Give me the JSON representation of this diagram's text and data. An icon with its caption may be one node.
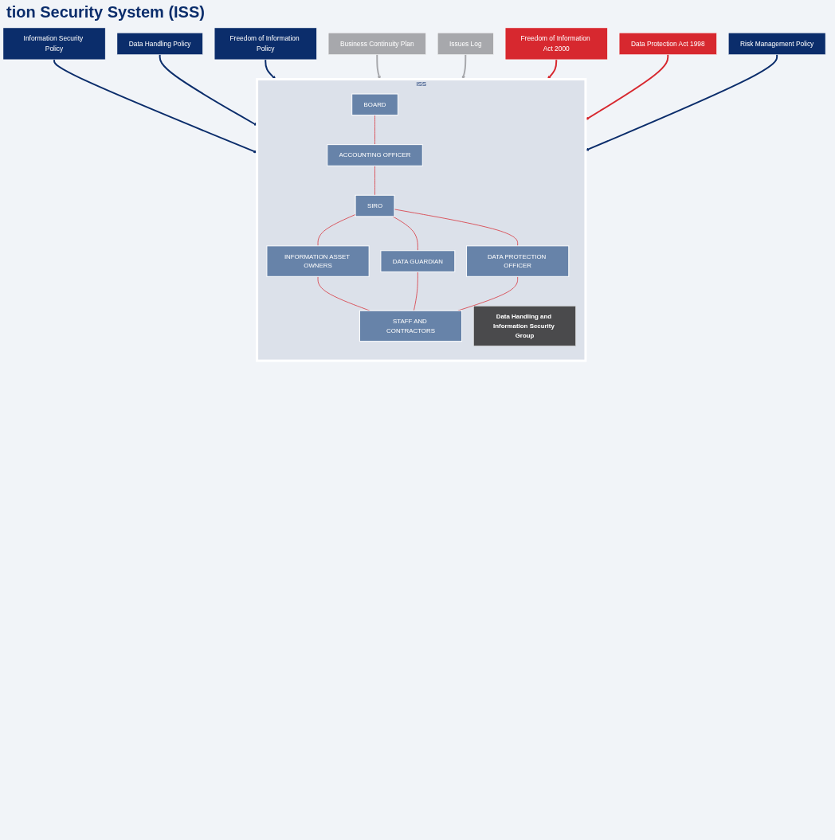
{
  "diagram": {
    "title": "tion Security System (ISS)",
    "nodes": [
      {
        "text": [
          "Information Security Policy"
        ]
      },
      {
        "text": [
          "Data Handling Policy"
        ]
      },
      {
        "text": [
          "Freedom of Information Policy"
        ]
      },
      {
        "text": [
          "Business Continuity Plan"
        ]
      },
      {
        "text": [
          "Issues Log"
        ]
      },
      {
        "text": [
          "Freedom of Information Act 2000"
        ]
      },
      {
        "text": [
          "Data Protection Act 1998"
        ]
      },
      {
        "text": [
          "Risk Management Policy"
        ]
      },
      {
        "text": [
          "ISS"
        ]
      },
      {
        "text": [
          "BOARD"
        ],
        "in": 8
      },
      {
        "text": [
          "ACCOUNTING OFFICER"
        ],
        "in": 8
      },
      {
        "text": [
          "SIRO"
        ],
        "in": 8
      },
      {
        "text": [
          "Data Handling and Information Security Group"
        ],
        "in": 8
      },
      {
        "text": [
          "INFORMATION ASSET OWNERS"
        ],
        "in": 8
      },
      {
        "text": [
          "DATA GUARDIAN"
        ],
        "in": 8
      },
      {
        "text": [
          "DATA PROTECTION OFFICER"
        ],
        "in": 8
      },
      {
        "text": [
          "STAFF AND CONTRACTORS"
        ],
        "in": 8
      }
    ],
    "edges": [
      {
        "from": 0,
        "to": 8,
        "arrow": "to",
        "color": "#0b2d6b"
      },
      {
        "from": 1,
        "to": 8,
        "arrow": "to",
        "color": "#0b2d6b"
      },
      {
        "from": 2,
        "to": 8,
        "arrow": "to",
        "color": "#0b2d6b"
      },
      {
        "from": 3,
        "to": 8,
        "arrow": "to",
        "color": "#a7a8ac"
      },
      {
        "from": 4,
        "to": 8,
        "arrow": "to",
        "color": "#a7a8ac"
      },
      {
        "from": 5,
        "to": 8,
        "arrow": "to",
        "color": "#d7282f"
      },
      {
        "from": 6,
        "to": 8,
        "arrow": "to",
        "color": "#d7282f"
      },
      {
        "from": 7,
        "to": 8,
        "arrow": "to",
        "color": "#0b2d6b"
      },
      {
        "from": 9,
        "to": 10,
        "arrow": "none",
        "color": "#d7282f"
      },
      {
        "from": 10,
        "to": 11,
        "arrow": "none",
        "color": "#d7282f"
      },
      {
        "from": 11,
        "to": 13,
        "arrow": "none",
        "color": "#d7282f"
      },
      {
        "from": 11,
        "to": 14,
        "arrow": "none",
        "color": "#d7282f"
      },
      {
        "from": 11,
        "to": 15,
        "arrow": "none",
        "color": "#d7282f"
      },
      {
        "from": 13,
        "to": 16,
        "arrow": "none",
        "color": "#d7282f"
      },
      {
        "from": 14,
        "to": 16,
        "arrow": "none",
        "color": "#d7282f"
      },
      {
        "from": 15,
        "to": 16,
        "arrow": "none",
        "color": "#d7282f"
      }
    ]
  }
}
